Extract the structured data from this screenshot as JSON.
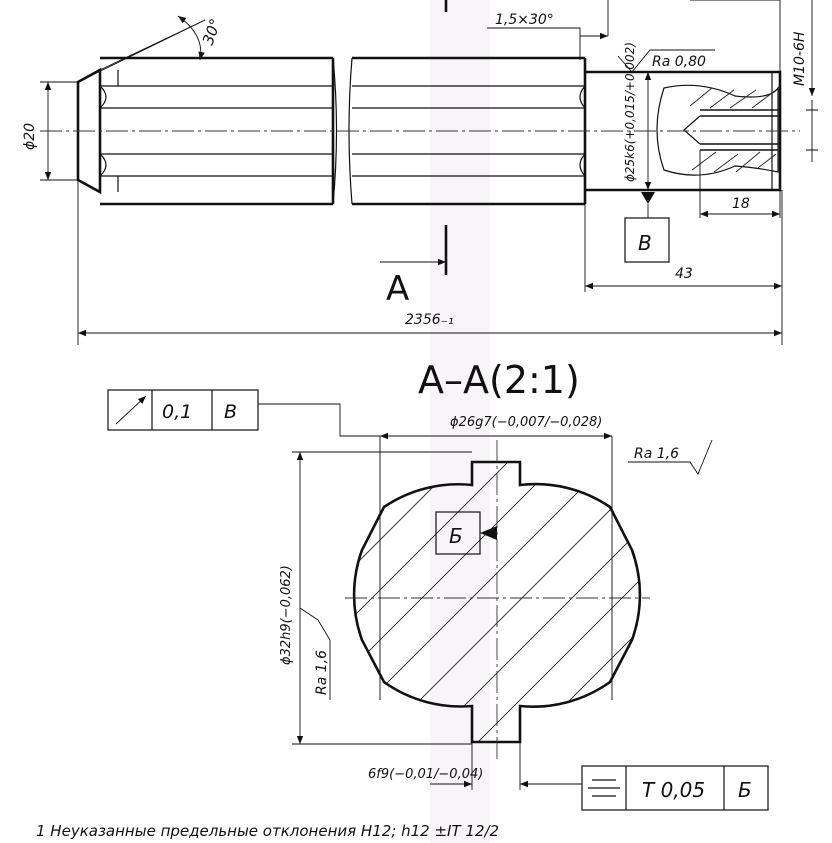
{
  "drawing": {
    "upper_view": {
      "chamfer_angle": "30°",
      "chamfer_spec": "1,5×30°",
      "dia_left": "ϕ20",
      "dia_journal": "ϕ25k6(+0,015/+0,002)",
      "roughness_journal": "Ra 0,80",
      "thread": "M10-6H",
      "thread_depth": "18",
      "journal_length": "43",
      "datum_label": "В",
      "overall_length": "2356₋₁",
      "section_marker": "A"
    },
    "section_view": {
      "title": "A–A(2:1)",
      "dia_inner": "ϕ26g7(−0,007/−0,028)",
      "dia_outer": "ϕ32h9(−0,062)",
      "spline_width": "6f9(−0,01/−0,04)",
      "roughness_outer": "Ra 1,6",
      "roughness_side": "Ra 1,6",
      "datum_label": "Б",
      "runout_frame": {
        "symbol": "↗",
        "value": "0,1",
        "datum": "В"
      },
      "symmetry_frame": {
        "symbol": "⌯",
        "value": "T 0,05",
        "datum": "Б"
      }
    },
    "notes": [
      "1  Неуказанные предельные отклонения H12; h12 ±IT 12/2"
    ]
  }
}
